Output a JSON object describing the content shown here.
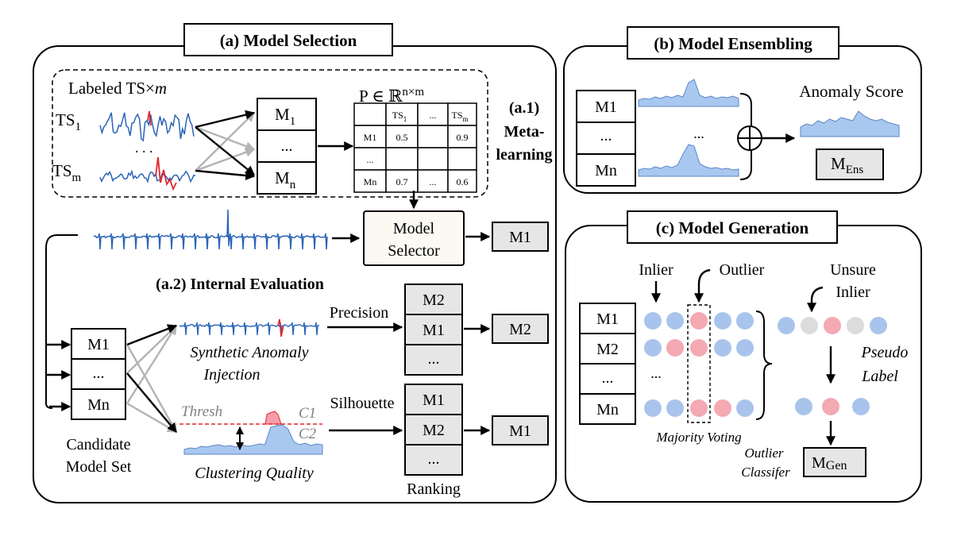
{
  "panel_a": {
    "title": "(a)  Model Selection",
    "labeled_ts": "Labeled TS×",
    "labeled_ts_m": "m",
    "ts1": "TS",
    "ts1_sub": "1",
    "tsm": "TS",
    "tsm_sub": "m",
    "dots": ". . .",
    "models": [
      {
        "label": "M",
        "sub": "1"
      },
      {
        "label": "...",
        "sub": ""
      },
      {
        "label": "M",
        "sub": "n"
      }
    ],
    "matrix_label": "P ∈ ℝ",
    "matrix_sup": "n×m",
    "matrix": {
      "header": [
        "",
        "TS",
        "...",
        "TS"
      ],
      "header_subs": [
        "",
        "1",
        "",
        "m"
      ],
      "rows": [
        [
          "M1",
          "0.5",
          "",
          "0.9"
        ],
        [
          "...",
          "",
          "",
          ""
        ],
        [
          "Mn",
          "0.7",
          "...",
          "0.6"
        ]
      ]
    },
    "meta_label_1": "(a.1)",
    "meta_label_2": "Meta-",
    "meta_label_3": "learning",
    "model_selector_1": "Model",
    "model_selector_2": "Selector",
    "selector_output": "M1",
    "internal_eval": "(a.2) Internal Evaluation",
    "candidates": [
      "M1",
      "...",
      "Mn"
    ],
    "candidate_set_1": "Candidate",
    "candidate_set_2": "Model Set",
    "synthetic_1": "Synthetic Anomaly",
    "synthetic_2": "Injection",
    "precision": "Precision",
    "precision_ranking": [
      "M2",
      "M1",
      "..."
    ],
    "precision_output": "M2",
    "thresh": "Thresh",
    "c1": "C1",
    "c2": "C2",
    "silhouette": "Silhouette",
    "clustering": "Clustering Quality",
    "silhouette_ranking": [
      "M1",
      "M2",
      "..."
    ],
    "silhouette_output": "M1",
    "ranking": "Ranking"
  },
  "panel_b": {
    "title": "(b)  Model Ensembling",
    "models": [
      "M1",
      "...",
      "Mn"
    ],
    "dots": "...",
    "anomaly_score": "Anomaly Score",
    "output": "M",
    "output_sub": "Ens"
  },
  "panel_c": {
    "title": "(c)  Model Generation",
    "inlier": "Inlier",
    "outlier": "Outlier",
    "unsure_1": "Unsure",
    "unsure_2": "Inlier",
    "models": [
      "M1",
      "M2",
      "...",
      "Mn"
    ],
    "row_dots": "...",
    "majority": "Majority Voting",
    "pseudo_1": "Pseudo",
    "pseudo_2": "Label",
    "classifier_1": "Outlier",
    "classifier_2": "Classifer",
    "output": "M",
    "output_sub": "Gen",
    "colors": {
      "inlier": "#a9c4ec",
      "outlier": "#f4a9b3",
      "unsure": "#dcdcdc"
    }
  },
  "colors": {
    "series_blue": "#2b64b8",
    "series_red": "#e0262f",
    "fill_blue": "#a9c8f0",
    "grey_box": "#e6e6e6"
  }
}
